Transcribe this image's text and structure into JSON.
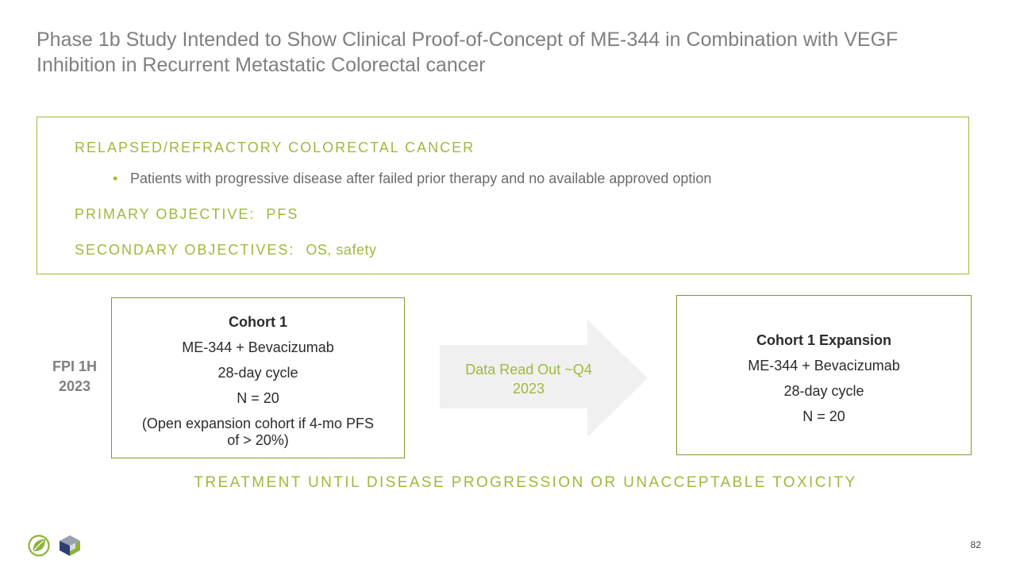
{
  "title": "Phase 1b Study Intended to Show Clinical Proof-of-Concept of ME-344 in Combination with VEGF Inhibition in Recurrent Metastatic Colorectal cancer",
  "criteria": {
    "population_heading": "RELAPSED/REFRACTORY COLORECTAL CANCER",
    "population_bullet": "Patients with progressive disease after failed prior therapy and no available approved option",
    "primary_label": "PRIMARY OBJECTIVE:",
    "primary_value": "PFS",
    "secondary_label": "SECONDARY OBJECTIVES:",
    "secondary_value": "OS, safety"
  },
  "fpi": {
    "line1": "FPI 1H",
    "line2": "2023"
  },
  "cohort1": {
    "title": "Cohort 1",
    "regimen": "ME-344 + Bevacizumab",
    "cycle": "28-day cycle",
    "n": "N = 20",
    "note": "(Open expansion cohort if 4-mo PFS of > 20%)"
  },
  "readout": {
    "line1": "Data Read Out ~Q4",
    "line2": "2023"
  },
  "cohort_expansion": {
    "title": "Cohort 1 Expansion",
    "regimen": "ME-344 + Bevacizumab",
    "cycle": "28-day cycle",
    "n": "N = 20"
  },
  "treatment_note": "TREATMENT UNTIL DISEASE PROGRESSION OR UNACCEPTABLE TOXICITY",
  "page_number": "82",
  "icons": {
    "bullet": "bullet-dot-icon",
    "arrow": "right-arrow-icon",
    "logo1": "leaf-logo-icon",
    "logo2": "cube-logo-icon"
  },
  "colors": {
    "accent_green": "#9bbb3b",
    "box_border": "#7d9a2e",
    "arrow_fill": "#f0f0f0",
    "title_gray": "#7f7f7f"
  }
}
